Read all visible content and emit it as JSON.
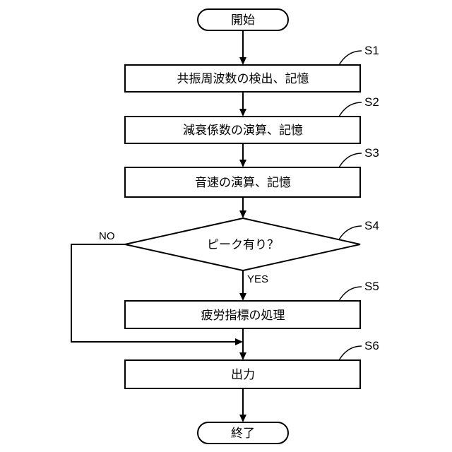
{
  "flowchart": {
    "start": "開始",
    "end": "終了",
    "steps": [
      {
        "id": "S1",
        "text": "共振周波数の検出、記憶"
      },
      {
        "id": "S2",
        "text": "減衰係数の演算、記憶"
      },
      {
        "id": "S3",
        "text": "音速の演算、記憶"
      },
      {
        "id": "S4",
        "text": "ピーク有り？"
      },
      {
        "id": "S5",
        "text": "疲労指標の処理"
      },
      {
        "id": "S6",
        "text": "出力"
      }
    ],
    "decision": {
      "yes": "YES",
      "no": "NO"
    }
  }
}
